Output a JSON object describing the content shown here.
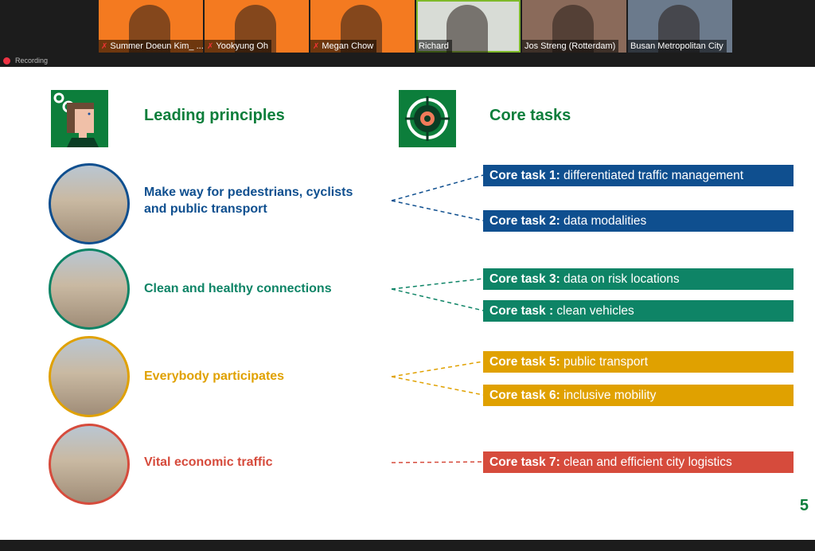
{
  "meeting": {
    "participants": [
      {
        "name": "Summer Doeun Kim_ ...",
        "muted": true,
        "bg": "#f47a20"
      },
      {
        "name": "Yookyung Oh",
        "muted": true,
        "bg": "#f47a20"
      },
      {
        "name": "Megan Chow",
        "muted": true,
        "bg": "#f47a20"
      },
      {
        "name": "Richard",
        "muted": false,
        "bg": "#d8dcd6",
        "active": true
      },
      {
        "name": "Jos Streng (Rotterdam)",
        "muted": false,
        "bg": "#8a6a5a"
      },
      {
        "name": "Busan Metropolitan City",
        "muted": false,
        "bg": "#6b7a8c"
      }
    ],
    "recording_label": "Recording"
  },
  "slide": {
    "left_header": "Leading principles",
    "right_header": "Core tasks",
    "page_number": "5",
    "principles": [
      {
        "lines": [
          "Make way for pedestrians, cyclists",
          "and public transport"
        ],
        "color": "#0f4f8f"
      },
      {
        "lines": [
          "Clean and healthy connections"
        ],
        "color": "#0e8466"
      },
      {
        "lines": [
          "Everybody participates"
        ],
        "color": "#e0a100"
      },
      {
        "lines": [
          "Vital economic traffic"
        ],
        "color": "#d64b3c"
      }
    ],
    "tasks": [
      {
        "label": "Core task 1:",
        "text": " differentiated traffic management",
        "row": 0
      },
      {
        "label": "Core task 2:",
        "text": " data modalities",
        "row": 0
      },
      {
        "label": "Core task 3:",
        "text": " data on risk locations",
        "row": 1
      },
      {
        "label": "Core task :",
        "text": " clean vehicles",
        "row": 1
      },
      {
        "label": "Core task 5:",
        "text": " public transport",
        "row": 2
      },
      {
        "label": "Core task 6:",
        "text": " inclusive mobility",
        "row": 2
      },
      {
        "label": "Core task 7:",
        "text": " clean and efficient  city logistics",
        "row": 3
      }
    ]
  }
}
